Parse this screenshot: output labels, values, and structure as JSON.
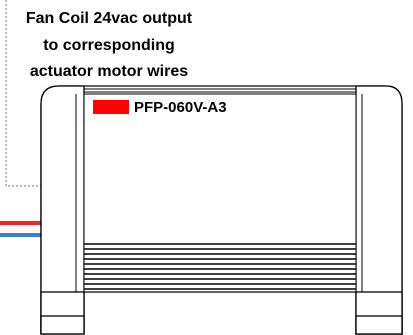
{
  "annotation": {
    "lines": [
      "Fan Coil 24vac output",
      "to corresponding",
      "actuator motor wires"
    ]
  },
  "unit": {
    "model": "PFP-060V-A3",
    "badge_color": "#ff0000"
  },
  "wires": {
    "supply_color": "#e8262b",
    "return_color": "#3a7fd6"
  }
}
